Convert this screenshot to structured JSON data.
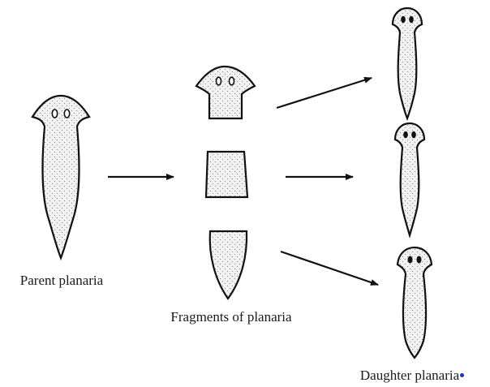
{
  "labels": {
    "parent": "Parent planaria",
    "fragments": "Fragments of planaria",
    "daughter": "Daughter planaria"
  },
  "colors": {
    "stroke": "#111111",
    "fill": "#f2f2f2",
    "stipple": "#8a8a8a",
    "marker_dot": "#1f2bd6"
  },
  "icons": {
    "parent": "planarian-worm-icon",
    "head_fragment": "planarian-head-fragment-icon",
    "middle_fragment": "planarian-middle-fragment-icon",
    "tail_fragment": "planarian-tail-fragment-icon",
    "daughter": "planarian-worm-icon"
  }
}
